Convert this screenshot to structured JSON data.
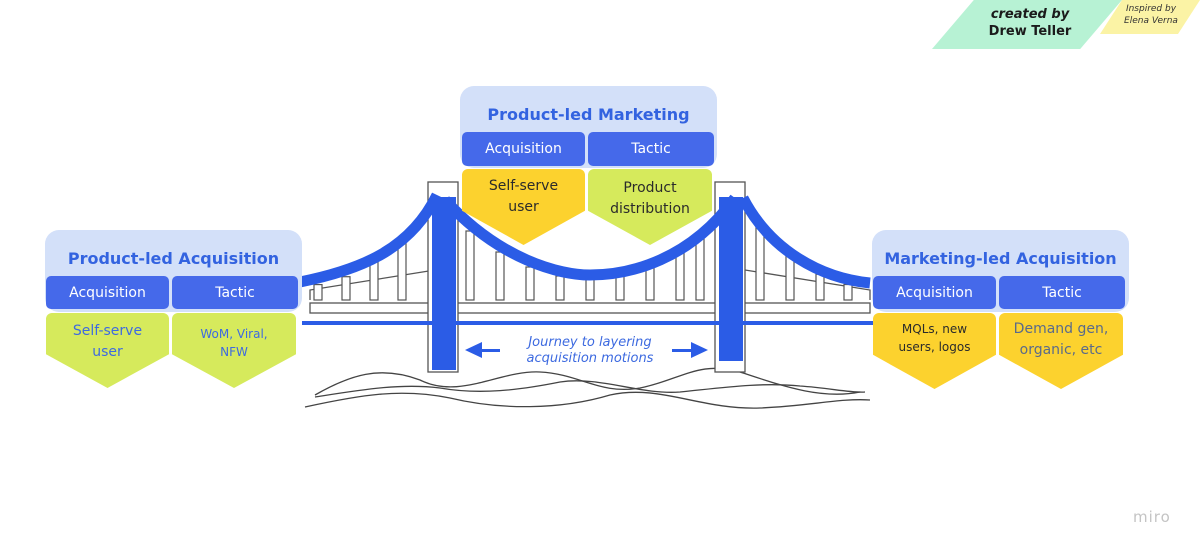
{
  "credits": {
    "created_by_label": "created by",
    "created_by_name": "Drew Teller",
    "inspired_by_label": "Inspired by",
    "inspired_by_name": "Elena Verna",
    "created_color": "#b7f2d4",
    "inspired_color": "#fbf3a5"
  },
  "cards": {
    "left": {
      "title": "Product-led Acquisition",
      "col1_header": "Acquisition",
      "col2_header": "Tactic",
      "col1_value": "Self-serve user",
      "col2_value": "WoM, Viral, NFW"
    },
    "center": {
      "title": "Product-led Marketing",
      "col1_header": "Acquisition",
      "col2_header": "Tactic",
      "col1_value": "Self-serve user",
      "col2_value": "Product distribution"
    },
    "right": {
      "title": "Marketing-led Acquisition",
      "col1_header": "Acquisition",
      "col2_header": "Tactic",
      "col1_value": "MQLs, new users, logos",
      "col2_value": "Demand gen, organic, etc"
    }
  },
  "bridge": {
    "caption_line1": "Journey to layering",
    "caption_line2": "acquisition motions",
    "accent_color": "#2b5ce6"
  },
  "watermark": "miro"
}
